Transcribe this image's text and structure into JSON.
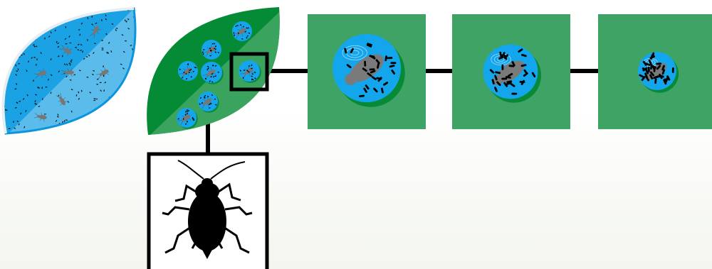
{
  "figure": {
    "panels": [
      {
        "name": "leaf-spread",
        "icons": [
          "leaf-icon",
          "aphid-icon",
          "particle-icon"
        ]
      },
      {
        "name": "leaf-colonies",
        "icons": [
          "leaf-icon",
          "colony-icon",
          "magnify-box-icon"
        ]
      },
      {
        "name": "aphid-detail",
        "icons": [
          "aphid-silhouette-icon"
        ]
      },
      {
        "name": "stage-1",
        "colony_fraction": 1.0
      },
      {
        "name": "stage-2",
        "colony_fraction": 0.8
      },
      {
        "name": "stage-3",
        "colony_fraction": 0.56
      }
    ],
    "colors": {
      "leaf_light": "#5bbcec",
      "leaf_dark": "#1aa2e4",
      "leaf_green": "#058a36",
      "leaf_green_light": "#3aa35e",
      "panel_green": "#3ea365",
      "colony_blue": "#14a6ec",
      "colony_shadow": "#078a37",
      "aphid_gray": "#7a7a7a",
      "outline": "#000000"
    }
  }
}
